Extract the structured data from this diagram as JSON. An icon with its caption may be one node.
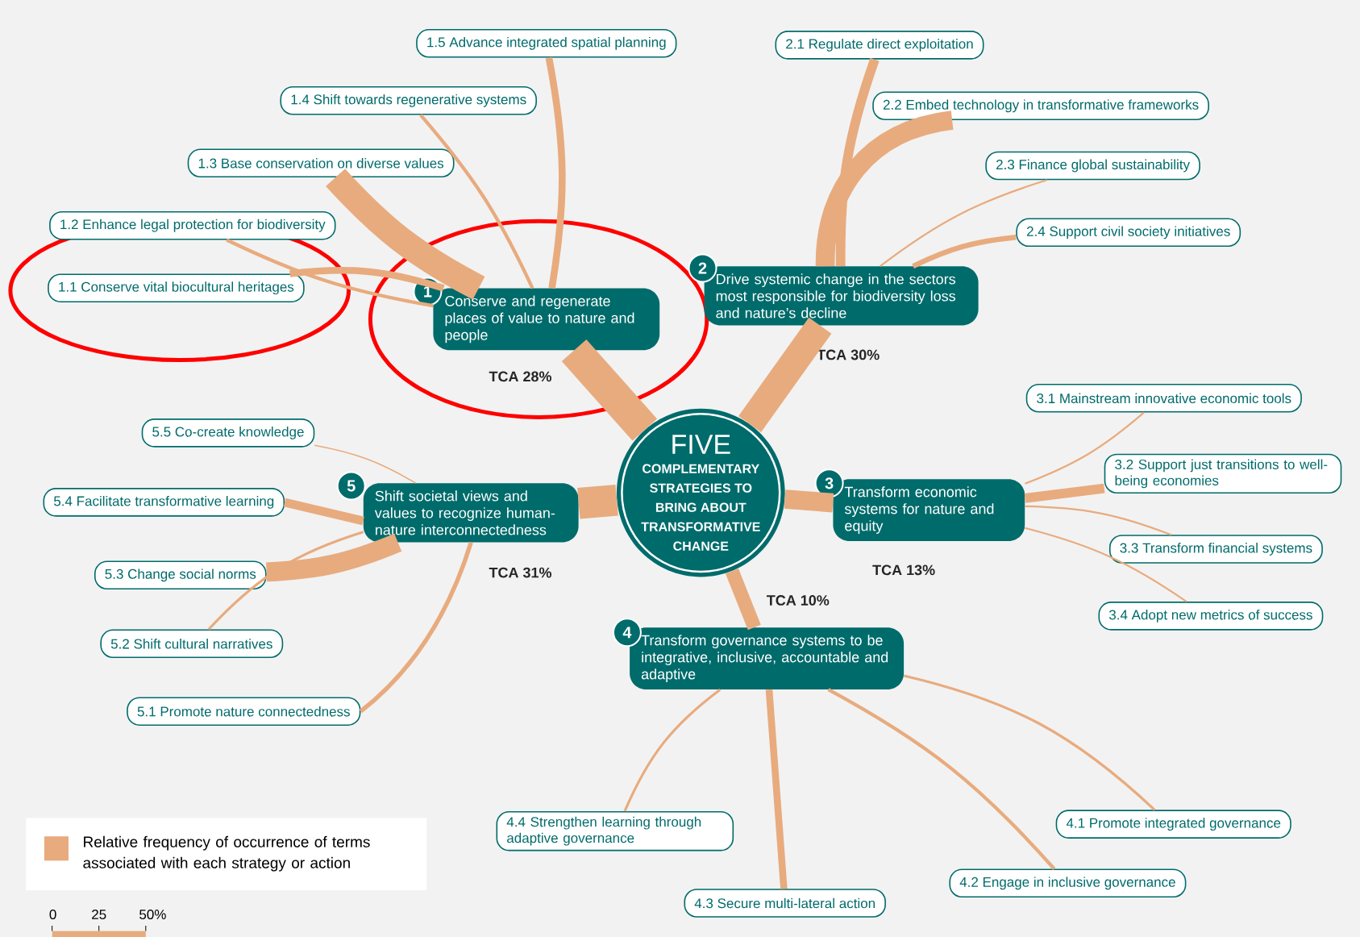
{
  "diagram": {
    "nodes": [
      {
        "text": [
          "FIVE",
          "COMPLEMENTARY STRATEGIES TO BRING ABOUT TRANSFORMATIVE CHANGE"
        ]
      },
      {
        "text": [
          "1",
          "Conserve and regenerate places of value to nature and people"
        ],
        "beside": [
          "TCA 28%"
        ]
      },
      {
        "text": [
          "2",
          "Drive systemic change in the sectors most responsible for biodiversity loss and nature’s decline"
        ],
        "beside": [
          "TCA 30%"
        ]
      },
      {
        "text": [
          "3",
          "Transform economic systems for nature and equity"
        ],
        "beside": [
          "TCA 13%"
        ]
      },
      {
        "text": [
          "4",
          "Transform governance systems to be integrative, inclusive, accountable and adaptive"
        ],
        "beside": [
          "TCA 10%"
        ]
      },
      {
        "text": [
          "5",
          "Shift societal views and values to recognize human-nature interconnectedness"
        ],
        "beside": [
          "TCA 31%"
        ]
      },
      {
        "text": [
          "1.1 Conserve vital biocultural heritages"
        ]
      },
      {
        "text": [
          "1.2 Enhance legal protection for biodiversity"
        ]
      },
      {
        "text": [
          "1.3 Base conservation on diverse values"
        ]
      },
      {
        "text": [
          "1.4 Shift towards regenerative systems"
        ]
      },
      {
        "text": [
          "1.5 Advance integrated spatial planning"
        ]
      },
      {
        "text": [
          "2.1 Regulate direct exploitation"
        ]
      },
      {
        "text": [
          "2.2 Embed technology in transformative frameworks"
        ]
      },
      {
        "text": [
          "2.3 Finance global sustainability"
        ]
      },
      {
        "text": [
          "2.4 Support civil society initiatives"
        ]
      },
      {
        "text": [
          "3.1 Mainstream innovative economic tools"
        ]
      },
      {
        "text": [
          "3.2 Support just transitions to well-being economies"
        ]
      },
      {
        "text": [
          "3.3 Transform financial systems"
        ]
      },
      {
        "text": [
          "3.4 Adopt new metrics of success"
        ]
      },
      {
        "text": [
          "4.1 Promote integrated governance"
        ]
      },
      {
        "text": [
          "4.2 Engage in inclusive governance"
        ]
      },
      {
        "text": [
          "4.3 Secure multi-lateral action"
        ]
      },
      {
        "text": [
          "4.4 Strengthen learning through adaptive governance"
        ]
      },
      {
        "text": [
          "5.1 Promote nature connectedness"
        ]
      },
      {
        "text": [
          "5.2 Shift cultural narratives"
        ]
      },
      {
        "text": [
          "5.3 Change social norms"
        ]
      },
      {
        "text": [
          "5.4 Facilitate transformative learning"
        ]
      },
      {
        "text": [
          "5.5 Co-create knowledge"
        ]
      }
    ],
    "edges": [
      {
        "from": 0,
        "to": 1,
        "arrow": "none",
        "style": "thick"
      },
      {
        "from": 0,
        "to": 2,
        "arrow": "none",
        "style": "thick"
      },
      {
        "from": 0,
        "to": 3,
        "arrow": "none",
        "style": "thick"
      },
      {
        "from": 0,
        "to": 4,
        "arrow": "none",
        "style": "thick"
      },
      {
        "from": 0,
        "to": 5,
        "arrow": "none",
        "style": "thick"
      },
      {
        "from": 1,
        "to": 6,
        "arrow": "none"
      },
      {
        "from": 1,
        "to": 7,
        "arrow": "none"
      },
      {
        "from": 1,
        "to": 8,
        "arrow": "none",
        "style": "thick"
      },
      {
        "from": 1,
        "to": 9,
        "arrow": "none"
      },
      {
        "from": 1,
        "to": 10,
        "arrow": "none"
      },
      {
        "from": 2,
        "to": 11,
        "arrow": "none"
      },
      {
        "from": 2,
        "to": 12,
        "arrow": "none",
        "style": "thick"
      },
      {
        "from": 2,
        "to": 13,
        "arrow": "none"
      },
      {
        "from": 2,
        "to": 14,
        "arrow": "none"
      },
      {
        "from": 3,
        "to": 15,
        "arrow": "none"
      },
      {
        "from": 3,
        "to": 16,
        "arrow": "none"
      },
      {
        "from": 3,
        "to": 17,
        "arrow": "none"
      },
      {
        "from": 3,
        "to": 18,
        "arrow": "none"
      },
      {
        "from": 4,
        "to": 19,
        "arrow": "none"
      },
      {
        "from": 4,
        "to": 20,
        "arrow": "none"
      },
      {
        "from": 4,
        "to": 21,
        "arrow": "none"
      },
      {
        "from": 4,
        "to": 22,
        "arrow": "none"
      },
      {
        "from": 5,
        "to": 23,
        "arrow": "none"
      },
      {
        "from": 5,
        "to": 24,
        "arrow": "none"
      },
      {
        "from": 5,
        "to": 25,
        "arrow": "none",
        "style": "thick"
      },
      {
        "from": 5,
        "to": 26,
        "arrow": "none"
      },
      {
        "from": 5,
        "to": 27,
        "arrow": "none"
      }
    ],
    "labels": [
      "0",
      "25",
      "50%"
    ],
    "legend": [
      {
        "text": "Relative frequency of occurrence of terms associated with each strategy or action",
        "color": "#e8ab7e"
      }
    ]
  }
}
